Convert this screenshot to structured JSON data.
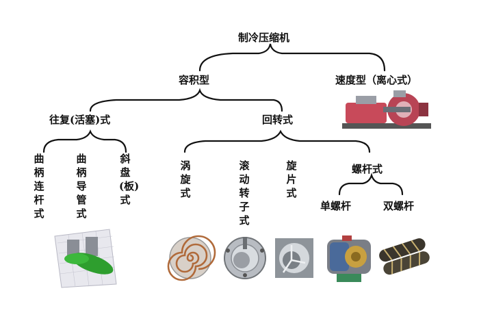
{
  "root": "制冷压缩机",
  "level1": {
    "positive_displacement": "容积型",
    "dynamic": "速度型（离心式）"
  },
  "level2": {
    "reciprocating": "往复(活塞)式",
    "rotary": "回转式"
  },
  "reciprocating_types": {
    "crank_connecting_rod": "曲柄连杆式",
    "crank_guide_tube": "曲柄导管式",
    "swash_plate": "斜盘(板)式"
  },
  "rotary_types": {
    "scroll": "涡旋式",
    "rolling_rotor": "滚动转子式",
    "rotary_vane": "旋片式",
    "screw": "螺杆式"
  },
  "screw_types": {
    "single_screw": "单螺杆",
    "twin_screw": "双螺杆"
  },
  "colors": {
    "line": "#111111",
    "centrifugal_body": "#c84a5a",
    "piston_green": "#2e9e2e",
    "scroll_copper": "#b06a3a",
    "screw_dark": "#3a352c",
    "metal": "#a8acb2"
  }
}
